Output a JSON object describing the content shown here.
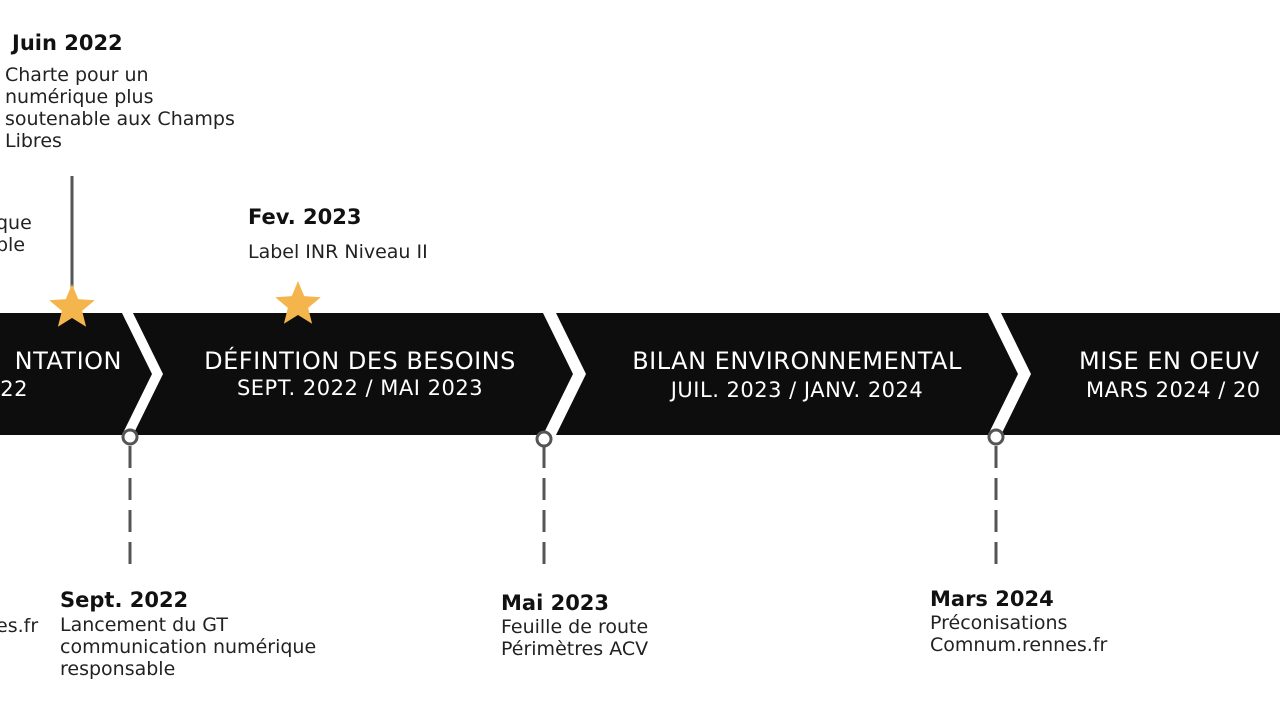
{
  "colors": {
    "band": "#0d0d0d",
    "star": "#f4b54c",
    "connector": "#555555",
    "background": "#ffffff"
  },
  "phases": [
    {
      "title": "NTATION",
      "period": "22"
    },
    {
      "title": "DÉFINTION DES BESOINS",
      "period": "SEPT. 2022 / MAI 2023"
    },
    {
      "title": "BILAN ENVIRONNEMENTAL",
      "period": "JUIL. 2023 / JANV. 2024"
    },
    {
      "title": "MISE EN OEUV",
      "period": "MARS 2024 / 20"
    }
  ],
  "milestones_top": [
    {
      "date": "Juin 2022",
      "lines": [
        "Charte pour un",
        "numérique plus",
        "soutenable aux Champs",
        "Libres"
      ],
      "marker": "star-icon"
    },
    {
      "date": "Fev. 2023",
      "lines": [
        "Label INR Niveau II"
      ],
      "marker": "star-icon"
    }
  ],
  "partial_left_top": [
    "que",
    "ble"
  ],
  "milestones_bottom": [
    {
      "date": "Sept. 2022",
      "lines": [
        "Lancement du GT",
        "communication numérique",
        "responsable"
      ],
      "marker": "circle-icon"
    },
    {
      "date": "Mai 2023",
      "lines": [
        "Feuille de route",
        "Périmètres ACV"
      ],
      "marker": "circle-icon"
    },
    {
      "date": "Mars 2024",
      "lines": [
        "Préconisations",
        "Comnum.rennes.fr"
      ],
      "marker": "circle-icon"
    }
  ],
  "partial_left_bottom": "es.fr"
}
